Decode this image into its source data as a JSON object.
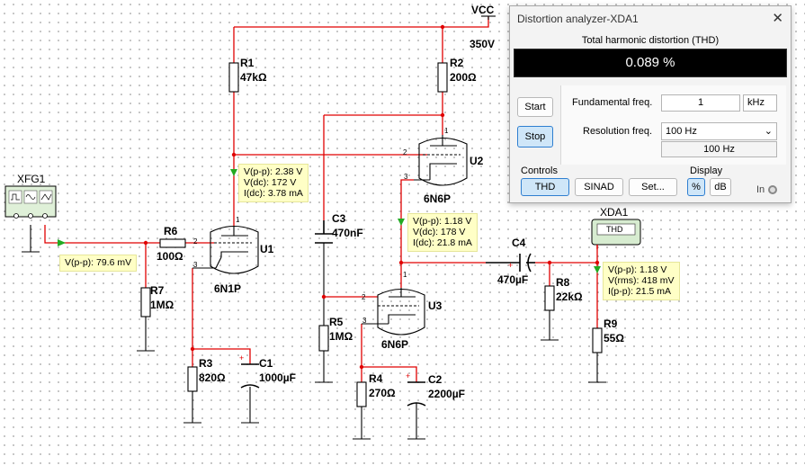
{
  "schematic": {
    "vcc": {
      "name": "VCC",
      "value": "350V"
    },
    "generator": "XFG1",
    "analyzer_tag": "XDA1",
    "analyzer_icon_label": "THD",
    "components": {
      "R1": {
        "ref": "R1",
        "value": "47kΩ"
      },
      "R2": {
        "ref": "R2",
        "value": "200Ω"
      },
      "R3": {
        "ref": "R3",
        "value": "820Ω"
      },
      "R4": {
        "ref": "R4",
        "value": "270Ω"
      },
      "R5": {
        "ref": "R5",
        "value": "1MΩ"
      },
      "R6": {
        "ref": "R6",
        "value": "100Ω"
      },
      "R7": {
        "ref": "R7",
        "value": "1MΩ"
      },
      "R8": {
        "ref": "R8",
        "value": "22kΩ"
      },
      "R9": {
        "ref": "R9",
        "value": "55Ω"
      },
      "C1": {
        "ref": "C1",
        "value": "1000µF"
      },
      "C2": {
        "ref": "C2",
        "value": "2200µF"
      },
      "C3": {
        "ref": "C3",
        "value": "470nF"
      },
      "C4": {
        "ref": "C4",
        "value": "470µF"
      },
      "U1": {
        "ref": "U1",
        "type": "6N1P"
      },
      "U2": {
        "ref": "U2",
        "type": "6N6P"
      },
      "U3": {
        "ref": "U3",
        "type": "6N6P"
      }
    },
    "pins": {
      "p1": "1",
      "p2": "2",
      "p3": "3"
    },
    "probes": {
      "input": {
        "vpp": "V(p-p): 79.6 mV"
      },
      "u1_plate": {
        "vpp": "V(p-p): 2.38 V",
        "vdc": "V(dc): 172 V",
        "idc": "I(dc): 3.78 mA"
      },
      "u3_grid": {
        "vpp": "V(p-p): 1.18 V",
        "vdc": "V(dc): 178 V",
        "idc": "I(dc): 21.8 mA"
      },
      "output": {
        "vpp": "V(p-p): 1.18 V",
        "vrms": "V(rms): 418 mV",
        "ipp": "I(p-p): 21.5 mA"
      }
    }
  },
  "analyzer": {
    "title": "Distortion analyzer-XDA1",
    "close_glyph": "✕",
    "thd_label": "Total harmonic distortion (THD)",
    "reading": "0.089 %",
    "start_label": "Start",
    "stop_label": "Stop",
    "fund_label": "Fundamental freq.",
    "fund_value": "1",
    "fund_unit": "kHz",
    "res_label": "Resolution freq.",
    "res_value": "100 Hz",
    "res_echo": "100 Hz",
    "controls_label": "Controls",
    "thd_btn": "THD",
    "sinad_btn": "SINAD",
    "set_btn": "Set...",
    "display_label": "Display",
    "pct_btn": "%",
    "db_btn": "dB",
    "in_label": "In"
  }
}
